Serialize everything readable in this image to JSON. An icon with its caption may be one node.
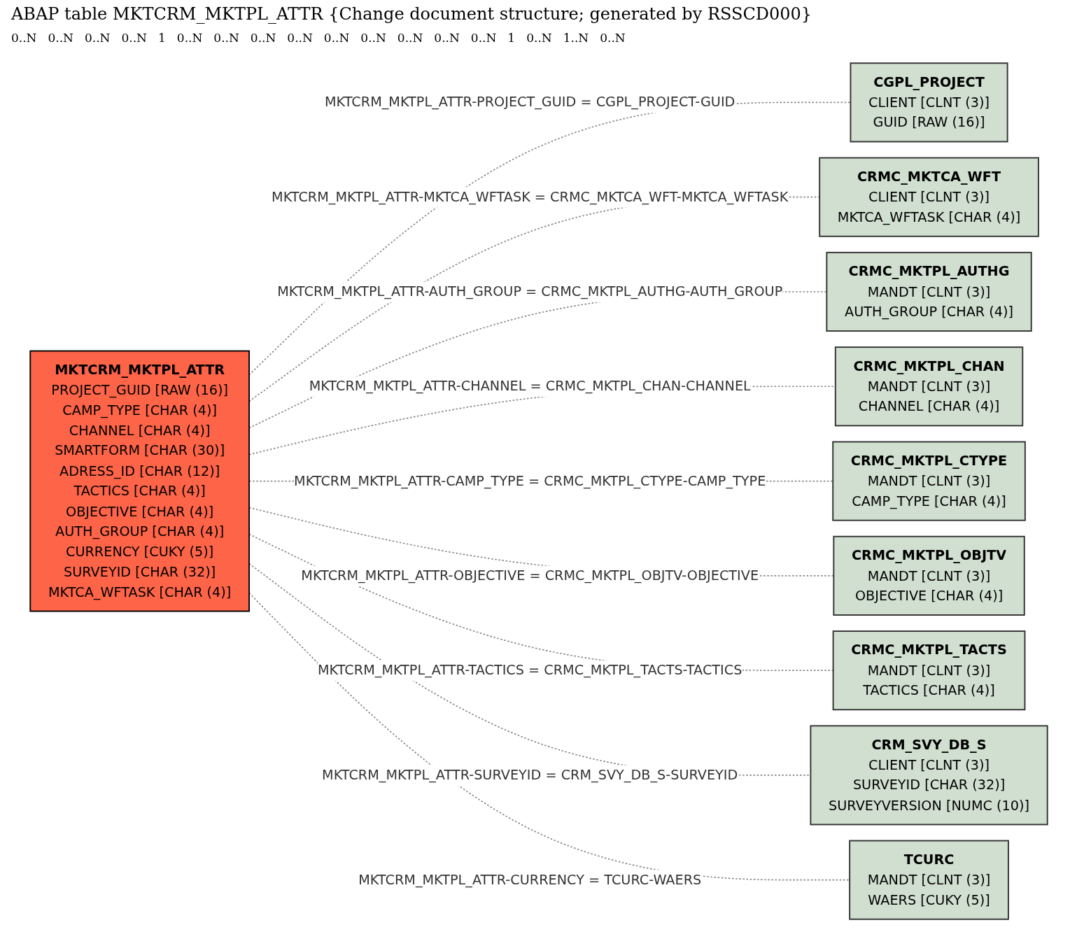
{
  "diagram": {
    "title": "ABAP table MKTCRM_MKTPL_ATTR {Change document structure; generated by RSSCD000}",
    "nodes": [
      {
        "text": [
          "MKTCRM_MKTPL_ATTR",
          "PROJECT_GUID [RAW (16)]",
          "CAMP_TYPE [CHAR (4)]",
          "CHANNEL [CHAR (4)]",
          "SMARTFORM [CHAR (30)]",
          "ADRESS_ID [CHAR (12)]",
          "TACTICS [CHAR (4)]",
          "OBJECTIVE [CHAR (4)]",
          "AUTH_GROUP [CHAR (4)]",
          "CURRENCY [CUKY (5)]",
          "SURVEYID [CHAR (32)]",
          "MKTCA_WFTASK [CHAR (4)]"
        ]
      },
      {
        "text": [
          "CGPL_PROJECT",
          "CLIENT [CLNT (3)]",
          "GUID [RAW (16)]"
        ]
      },
      {
        "text": [
          "CRMC_MKTCA_WFT",
          "CLIENT [CLNT (3)]",
          "MKTCA_WFTASK [CHAR (4)]"
        ]
      },
      {
        "text": [
          "CRMC_MKTPL_AUTHG",
          "MANDT [CLNT (3)]",
          "AUTH_GROUP [CHAR (4)]"
        ]
      },
      {
        "text": [
          "CRMC_MKTPL_CHAN",
          "MANDT [CLNT (3)]",
          "CHANNEL [CHAR (4)]"
        ]
      },
      {
        "text": [
          "CRMC_MKTPL_CTYPE",
          "MANDT [CLNT (3)]",
          "CAMP_TYPE [CHAR (4)]"
        ]
      },
      {
        "text": [
          "CRMC_MKTPL_OBJTV",
          "MANDT [CLNT (3)]",
          "OBJECTIVE [CHAR (4)]"
        ]
      },
      {
        "text": [
          "CRMC_MKTPL_TACTS",
          "MANDT [CLNT (3)]",
          "TACTICS [CHAR (4)]"
        ]
      },
      {
        "text": [
          "CRM_SVY_DB_S",
          "CLIENT [CLNT (3)]",
          "SURVEYID [CHAR (32)]",
          "SURVEYVERSION [NUMC (10)]"
        ]
      },
      {
        "text": [
          "TCURC",
          "MANDT [CLNT (3)]",
          "WAERS [CUKY (5)]"
        ]
      }
    ],
    "edges": [
      {
        "from": 0,
        "to": 1,
        "arrow": "none",
        "style": "dashed",
        "label": "MKTCRM_MKTPL_ATTR-PROJECT_GUID = CGPL_PROJECT-GUID"
      },
      {
        "from": 0,
        "to": 2,
        "arrow": "none",
        "style": "dashed",
        "label": "MKTCRM_MKTPL_ATTR-MKTCA_WFTASK = CRMC_MKTCA_WFT-MKTCA_WFTASK"
      },
      {
        "from": 0,
        "to": 3,
        "arrow": "none",
        "style": "dashed",
        "label": "MKTCRM_MKTPL_ATTR-AUTH_GROUP = CRMC_MKTPL_AUTHG-AUTH_GROUP"
      },
      {
        "from": 0,
        "to": 4,
        "arrow": "none",
        "style": "dashed",
        "label": "MKTCRM_MKTPL_ATTR-CHANNEL = CRMC_MKTPL_CHAN-CHANNEL"
      },
      {
        "from": 0,
        "to": 5,
        "arrow": "none",
        "style": "dashed",
        "label": "MKTCRM_MKTPL_ATTR-CAMP_TYPE = CRMC_MKTPL_CTYPE-CAMP_TYPE"
      },
      {
        "from": 0,
        "to": 6,
        "arrow": "none",
        "style": "dashed",
        "label": "MKTCRM_MKTPL_ATTR-OBJECTIVE = CRMC_MKTPL_OBJTV-OBJECTIVE"
      },
      {
        "from": 0,
        "to": 7,
        "arrow": "none",
        "style": "dashed",
        "label": "MKTCRM_MKTPL_ATTR-TACTICS = CRMC_MKTPL_TACTS-TACTICS"
      },
      {
        "from": 0,
        "to": 8,
        "arrow": "none",
        "style": "dashed",
        "label": "MKTCRM_MKTPL_ATTR-SURVEYID = CRM_SVY_DB_S-SURVEYID"
      },
      {
        "from": 0,
        "to": 9,
        "arrow": "none",
        "style": "dashed",
        "label": "MKTCRM_MKTPL_ATTR-CURRENCY = TCURC-WAERS"
      }
    ],
    "labels": [
      "0..N",
      "0..N",
      "0..N",
      "0..N",
      "1",
      "0..N",
      "0..N",
      "0..N",
      "0..N",
      "0..N",
      "0..N",
      "0..N",
      "0..N",
      "0..N",
      "1",
      "0..N",
      "1..N",
      "0..N"
    ]
  }
}
